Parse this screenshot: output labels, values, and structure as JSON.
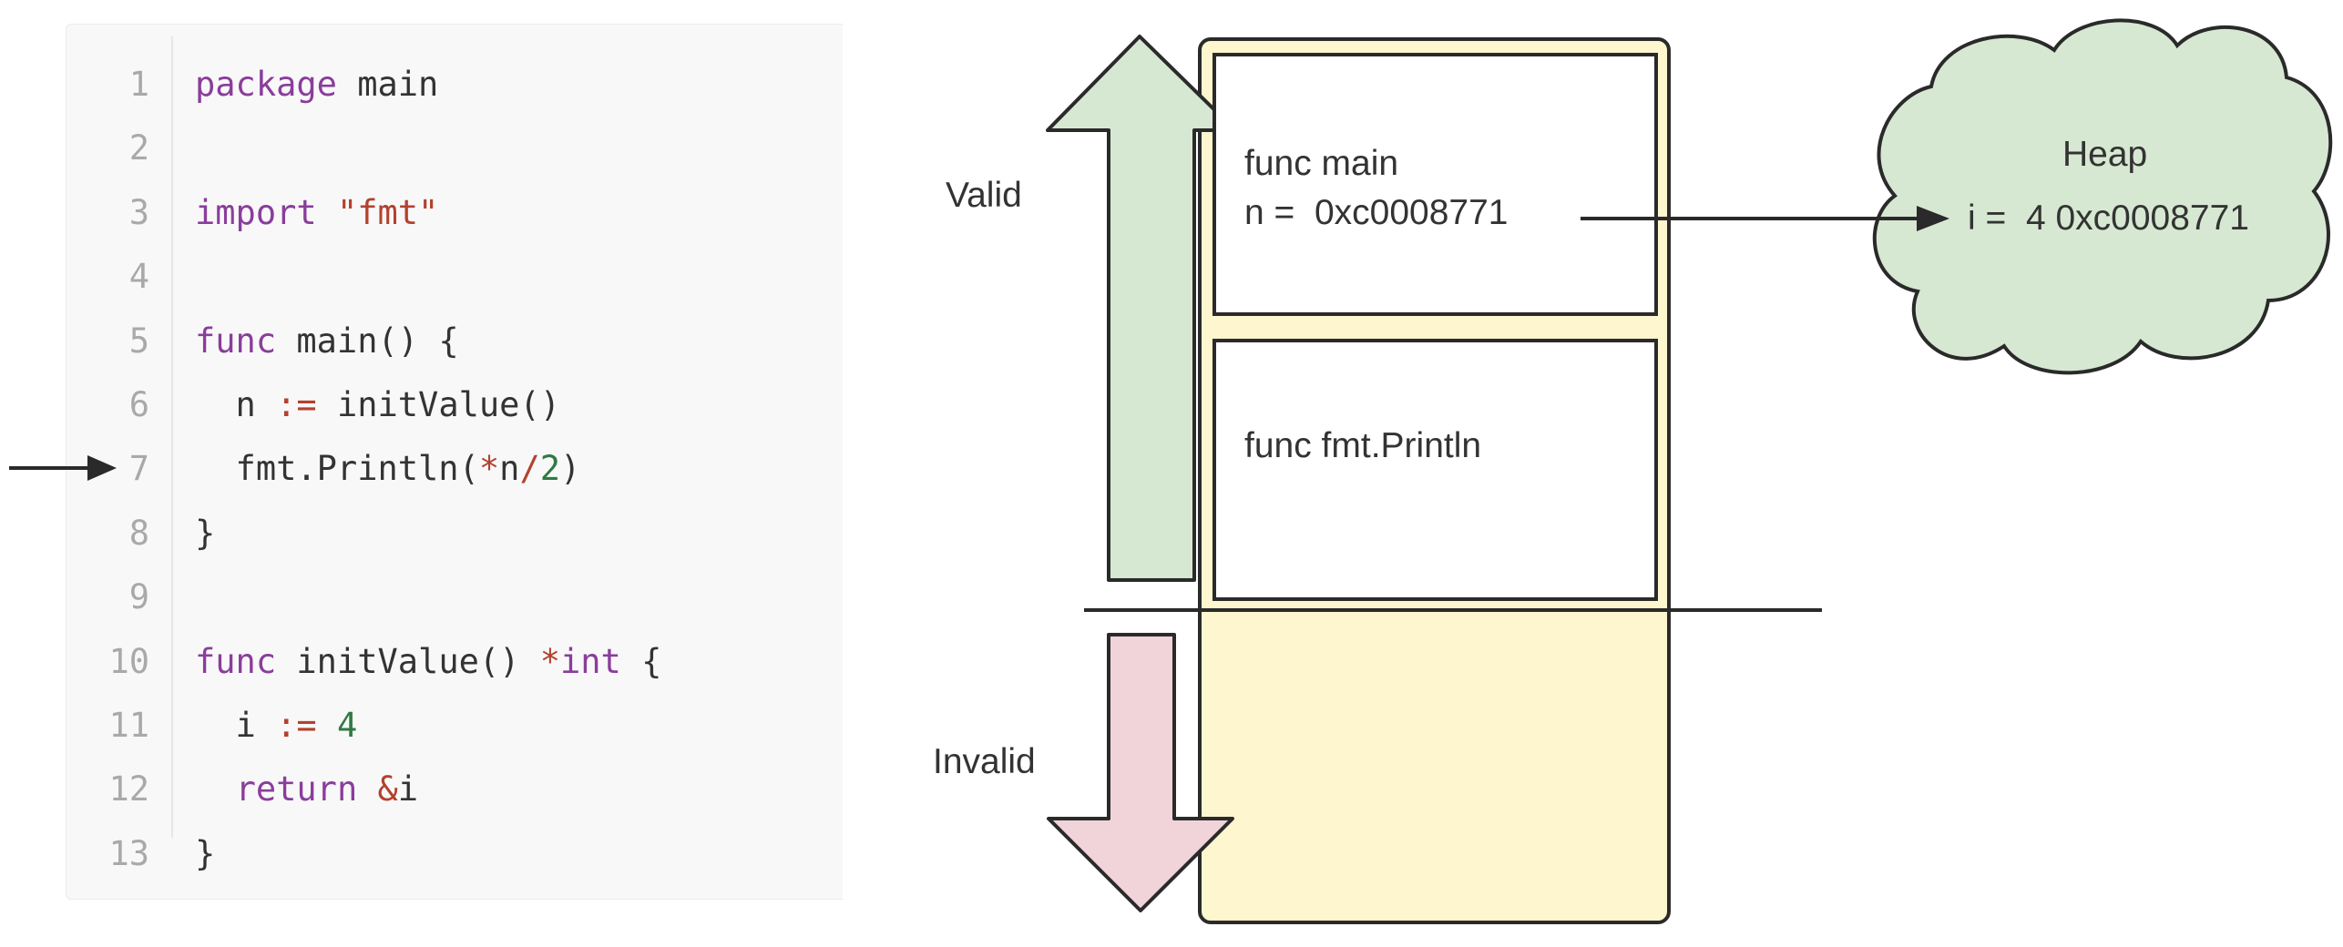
{
  "code": {
    "lines": [
      {
        "no": "1",
        "parts": [
          {
            "t": "package",
            "c": "kw"
          },
          {
            "t": " main",
            "c": ""
          }
        ]
      },
      {
        "no": "2",
        "parts": []
      },
      {
        "no": "3",
        "parts": [
          {
            "t": "import",
            "c": "kw"
          },
          {
            "t": " ",
            "c": ""
          },
          {
            "t": "\"fmt\"",
            "c": "str"
          }
        ]
      },
      {
        "no": "4",
        "parts": []
      },
      {
        "no": "5",
        "parts": [
          {
            "t": "func",
            "c": "kw"
          },
          {
            "t": " main() {",
            "c": ""
          }
        ]
      },
      {
        "no": "6",
        "parts": [
          {
            "t": "  n ",
            "c": ""
          },
          {
            "t": ":=",
            "c": "op"
          },
          {
            "t": " initValue()",
            "c": ""
          }
        ]
      },
      {
        "no": "7",
        "parts": [
          {
            "t": "  fmt.Println(",
            "c": ""
          },
          {
            "t": "*",
            "c": "op"
          },
          {
            "t": "n",
            "c": ""
          },
          {
            "t": "/",
            "c": "op"
          },
          {
            "t": "2",
            "c": "num"
          },
          {
            "t": ")",
            "c": ""
          }
        ]
      },
      {
        "no": "8",
        "parts": [
          {
            "t": "}",
            "c": ""
          }
        ]
      },
      {
        "no": "9",
        "parts": []
      },
      {
        "no": "10",
        "parts": [
          {
            "t": "func",
            "c": "kw"
          },
          {
            "t": " initValue() ",
            "c": ""
          },
          {
            "t": "*",
            "c": "op"
          },
          {
            "t": "int",
            "c": "kw"
          },
          {
            "t": " {",
            "c": ""
          }
        ]
      },
      {
        "no": "11",
        "parts": [
          {
            "t": "  i ",
            "c": ""
          },
          {
            "t": ":=",
            "c": "op"
          },
          {
            "t": " ",
            "c": ""
          },
          {
            "t": "4",
            "c": "num"
          }
        ]
      },
      {
        "no": "12",
        "parts": [
          {
            "t": "  ",
            "c": ""
          },
          {
            "t": "return",
            "c": "kw"
          },
          {
            "t": " ",
            "c": ""
          },
          {
            "t": "&",
            "c": "op"
          },
          {
            "t": "i",
            "c": ""
          }
        ]
      },
      {
        "no": "13",
        "parts": [
          {
            "t": "}",
            "c": ""
          }
        ]
      }
    ],
    "current_line": "7"
  },
  "stack": {
    "valid_label": "Valid",
    "invalid_label": "Invalid",
    "frame_main": {
      "line1": "func main",
      "line2": "n =  0xc0008771"
    },
    "frame_println": {
      "line1": "func fmt.Println"
    }
  },
  "heap": {
    "title": "Heap",
    "entry": "i =  4 0xc0008771"
  },
  "colors": {
    "stack_fill": "#fdf6cf",
    "valid_arrow": "#d6e8d2",
    "invalid_arrow": "#f1d3da",
    "heap_fill": "#d7e8d2",
    "outline": "#2a2a2a",
    "keyword": "#8a3d9b",
    "string": "#b4412f",
    "number": "#2f7a43"
  }
}
